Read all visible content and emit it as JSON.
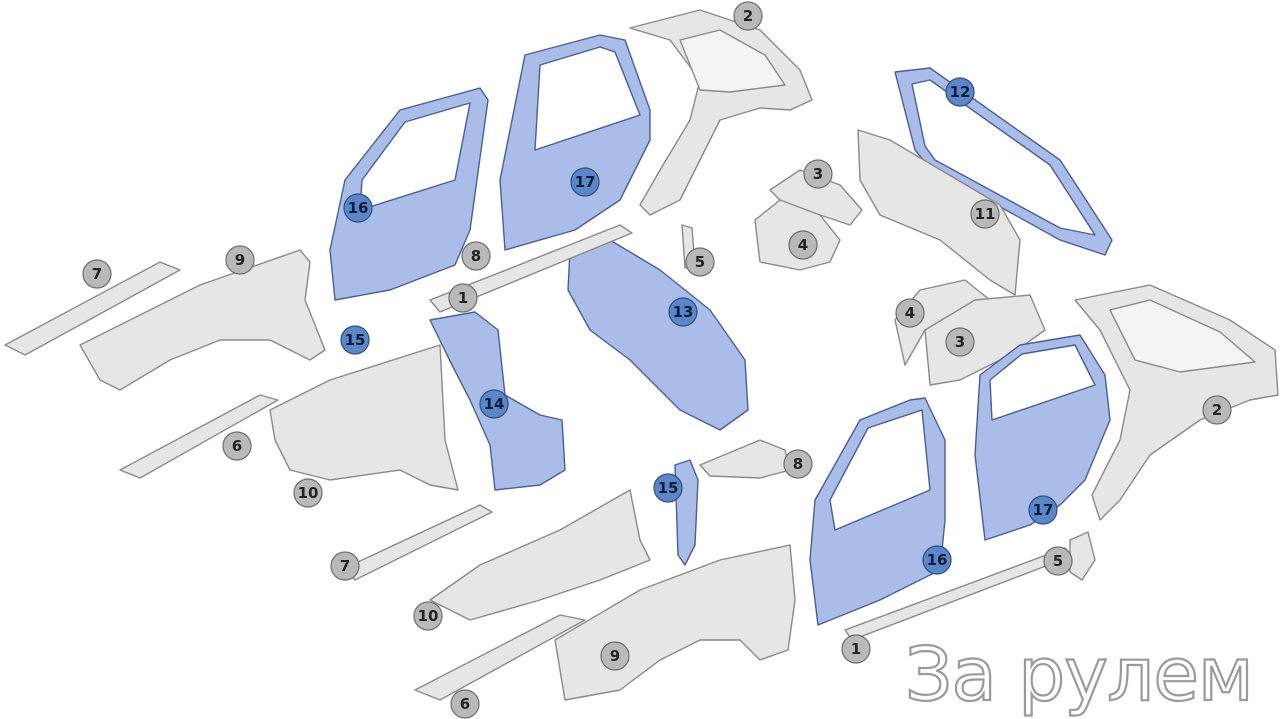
{
  "colors": {
    "background": "#ffffff",
    "panel_gray": "#e6e6e6",
    "panel_gray_stroke": "#8a8a8a",
    "panel_blue": "#a9bde8",
    "panel_blue_stroke": "#4a5f96",
    "badge_gray": "#b9b9b9",
    "badge_blue": "#5b86c8",
    "badge_text_gray": "#222222",
    "badge_text_blue": "#0b1d3a",
    "logo_outline": "#9a9a9a"
  },
  "logo": {
    "text": "За рулем"
  },
  "callouts": [
    {
      "label": "2"
    },
    {
      "label": "12"
    },
    {
      "label": "3"
    },
    {
      "label": "4"
    },
    {
      "label": "11"
    },
    {
      "label": "16"
    },
    {
      "label": "17"
    },
    {
      "label": "8"
    },
    {
      "label": "5"
    },
    {
      "label": "7"
    },
    {
      "label": "9"
    },
    {
      "label": "1"
    },
    {
      "label": "13"
    },
    {
      "label": "15"
    },
    {
      "label": "14"
    },
    {
      "label": "4"
    },
    {
      "label": "3"
    },
    {
      "label": "2"
    },
    {
      "label": "6"
    },
    {
      "label": "10"
    },
    {
      "label": "15"
    },
    {
      "label": "8"
    },
    {
      "label": "17"
    },
    {
      "label": "7"
    },
    {
      "label": "16"
    },
    {
      "label": "5"
    },
    {
      "label": "10"
    },
    {
      "label": "9"
    },
    {
      "label": "1"
    },
    {
      "label": "6"
    }
  ]
}
